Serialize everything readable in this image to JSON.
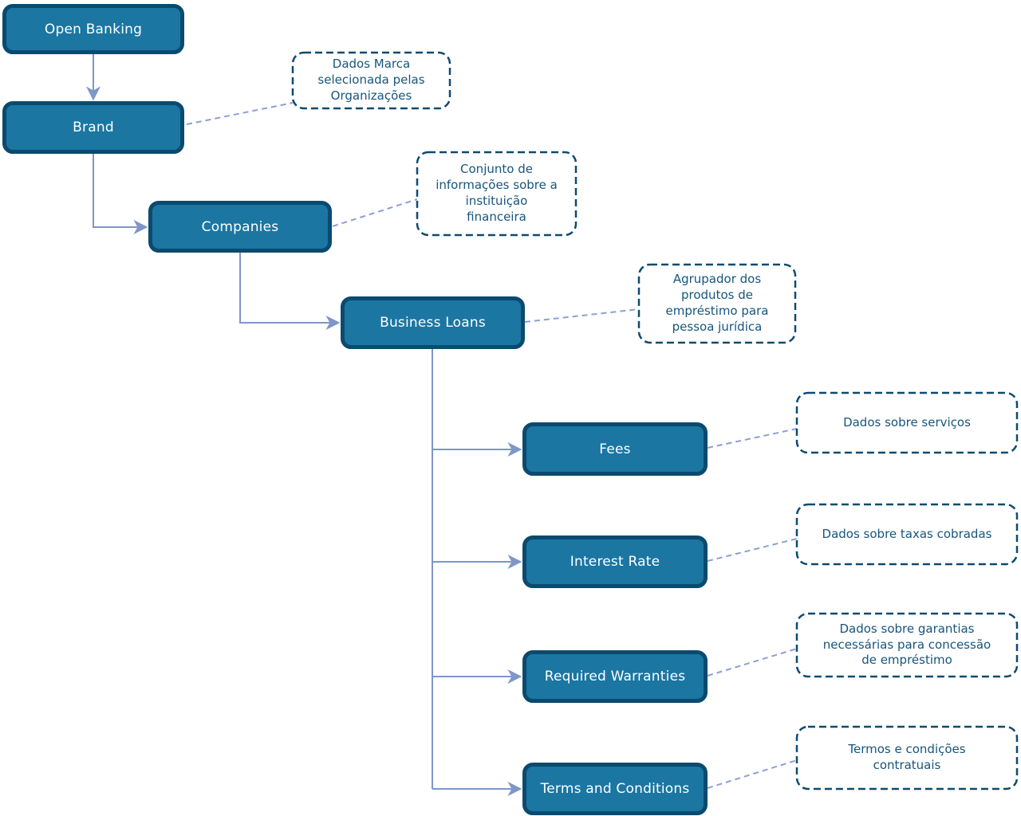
{
  "colors": {
    "background": "#FFFFFF",
    "node-fill": "#1B76A2",
    "node-border": "#0B4A6F",
    "node-text": "#FFFFFF",
    "annotation-border": "#0E4A70",
    "annotation-fill": "#FFFFFF",
    "annotation-text": "#17557C",
    "connector": "#7E96C8",
    "leader": "#8D9FD3"
  },
  "nodes": [
    {
      "id": "open-banking",
      "label": "Open Banking"
    },
    {
      "id": "brand",
      "label": "Brand"
    },
    {
      "id": "companies",
      "label": "Companies"
    },
    {
      "id": "business-loans",
      "label": "Business Loans"
    },
    {
      "id": "fees",
      "label": "Fees"
    },
    {
      "id": "interest-rate",
      "label": "Interest Rate"
    },
    {
      "id": "required-warranties",
      "label": "Required Warranties"
    },
    {
      "id": "terms-and-conditions",
      "label": "Terms and Conditions"
    }
  ],
  "annotations": [
    {
      "for": "brand",
      "text": "Dados Marca\nselecionada pelas\nOrganizações"
    },
    {
      "for": "companies",
      "text": "Conjunto de\ninformações sobre a\ninstituição\nfinanceira"
    },
    {
      "for": "business-loans",
      "text": "Agrupador dos\nprodutos de\nempréstimo para\npessoa jurídica"
    },
    {
      "for": "fees",
      "text": "Dados sobre serviços"
    },
    {
      "for": "interest-rate",
      "text": "Dados sobre taxas cobradas"
    },
    {
      "for": "required-warranties",
      "text": "Dados sobre garantias\nnecessárias para concessão\nde empréstimo"
    },
    {
      "for": "terms-and-conditions",
      "text": "Termos e condições\ncontratuais"
    }
  ]
}
